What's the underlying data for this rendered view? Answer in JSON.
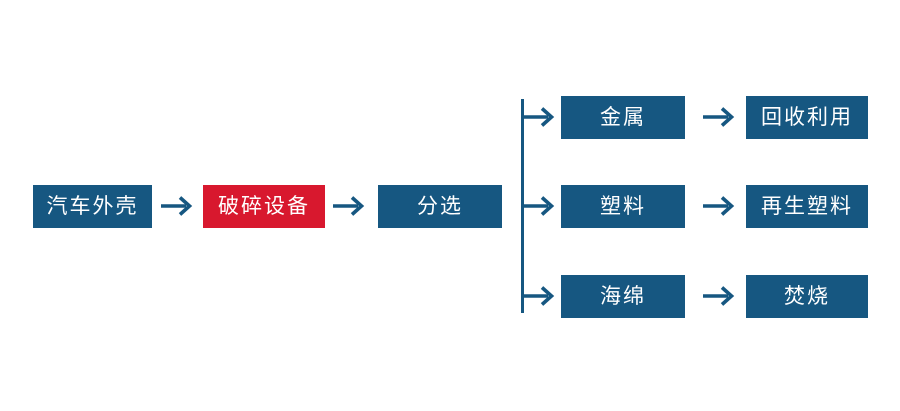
{
  "diagram": {
    "type": "flowchart",
    "subject": "car-shell-recycling-process",
    "colors": {
      "blue": "#165781",
      "red": "#d8182e",
      "box_text": "#ffffff",
      "background": "#ffffff"
    },
    "main_flow": [
      {
        "label": "汽车外壳",
        "color": "blue"
      },
      {
        "label": "破碎设备",
        "color": "red"
      },
      {
        "label": "分选",
        "color": "blue"
      }
    ],
    "branches": [
      {
        "material": {
          "label": "金属",
          "color": "blue"
        },
        "result": {
          "label": "回收利用",
          "color": "blue"
        }
      },
      {
        "material": {
          "label": "塑料",
          "color": "blue"
        },
        "result": {
          "label": "再生塑料",
          "color": "blue"
        }
      },
      {
        "material": {
          "label": "海绵",
          "color": "blue"
        },
        "result": {
          "label": "焚烧",
          "color": "blue"
        }
      }
    ],
    "connectors": {
      "arrow_icon": "right-arrow-icon",
      "branch_line": "vertical-branch-line"
    }
  }
}
